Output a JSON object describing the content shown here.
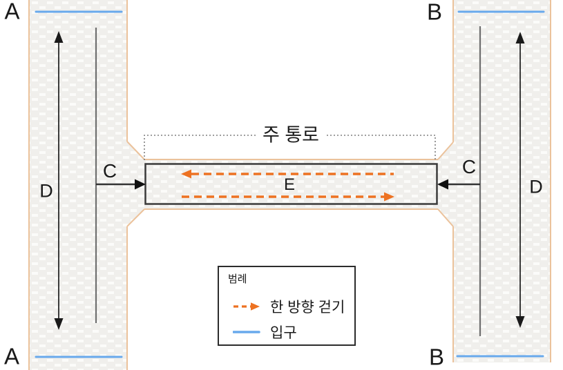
{
  "labels": {
    "hall_top_left": "A",
    "hall_bottom_left": "A",
    "hall_top_right": "B",
    "hall_bottom_right": "B",
    "connector_left": "C",
    "connector_right": "C",
    "walkway_left": "D",
    "walkway_right": "D",
    "main_corridor": "E",
    "main_corridor_title": "주 통로"
  },
  "legend": {
    "title": "범례",
    "items": [
      {
        "symbol": "one-way-dashed-arrow",
        "label": "한 방향 걷기"
      },
      {
        "symbol": "entrance-line",
        "label": "입구"
      }
    ]
  },
  "colors": {
    "one_way_orange": "#ED7222",
    "entrance_blue": "#68A9EC",
    "wall_tan": "#EBC29B",
    "floor_fill": "#F0EFEC",
    "floor_fleck": "#FBFBF9",
    "outline_dark": "#3A3A3A",
    "guide_gray": "#6F6F6F",
    "brace_gray": "#7F7F7F"
  }
}
